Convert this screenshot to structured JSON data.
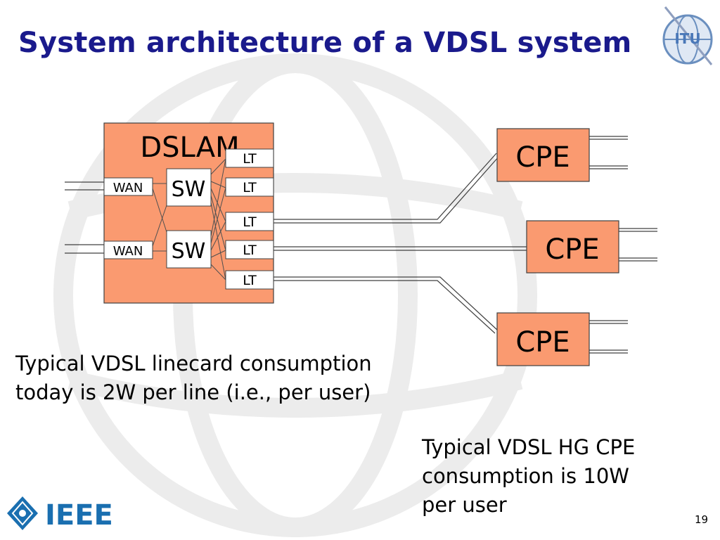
{
  "title": "System architecture of a VDSL system",
  "dslam": {
    "label": "DSLAM",
    "wan": [
      "WAN",
      "WAN"
    ],
    "switches": [
      "SW",
      "SW"
    ],
    "line_terminals": [
      "LT",
      "LT",
      "LT",
      "LT",
      "LT"
    ]
  },
  "cpes": [
    "CPE",
    "CPE",
    "CPE"
  ],
  "notes": {
    "linecard": [
      "Typical VDSL linecard consumption",
      "today is 2W per line (i.e., per user)"
    ],
    "cpe": [
      "Typical VDSL HG CPE",
      "consumption is 10W",
      "per user"
    ]
  },
  "logos": {
    "top_right": "ITU",
    "bottom_left": "IEEE"
  },
  "slide_number": "19",
  "colors": {
    "title": "#1a1a8c",
    "box_fill": "#fa9a70",
    "box_border": "#404040",
    "ieee_blue": "#1a6fb0"
  }
}
